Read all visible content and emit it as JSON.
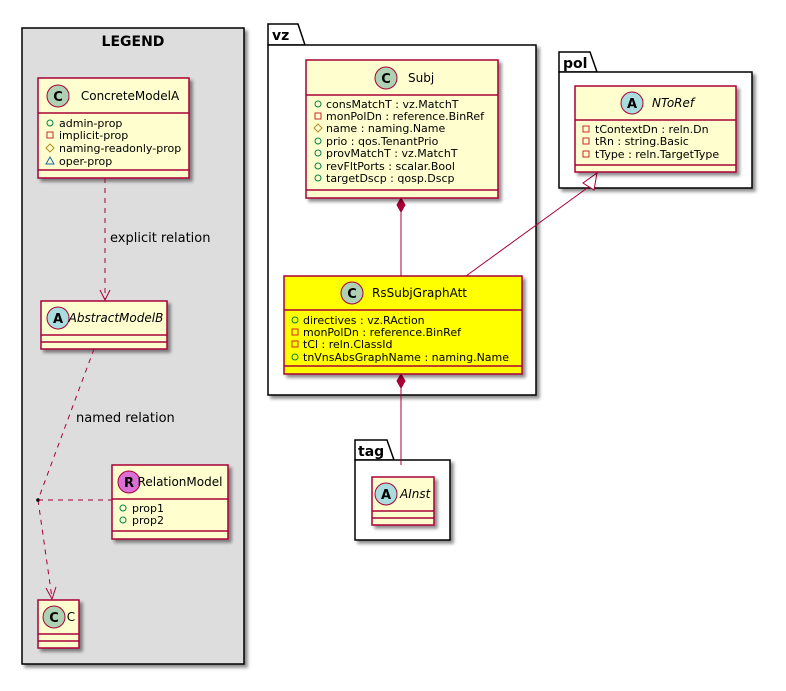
{
  "legend": {
    "title": "LEGEND",
    "concrete": {
      "name": "ConcreteModelA",
      "stereo": "C",
      "attrs": [
        {
          "vis": "public",
          "text": "admin-prop"
        },
        {
          "vis": "private",
          "text": "implicit-prop"
        },
        {
          "vis": "protected",
          "text": "naming-readonly-prop"
        },
        {
          "vis": "package",
          "text": "oper-prop"
        }
      ]
    },
    "abstract": {
      "name": "AbstractModelB",
      "stereo": "A"
    },
    "relation_model": {
      "name": "RelationModel",
      "stereo": "R",
      "attrs": [
        {
          "vis": "public",
          "text": "prop1"
        },
        {
          "vis": "public",
          "text": "prop2"
        }
      ]
    },
    "c": {
      "name": "C",
      "stereo": "C"
    },
    "explicit_label": "explicit relation",
    "named_label": "named relation"
  },
  "packages": {
    "vz": {
      "title": "vz"
    },
    "pol": {
      "title": "pol"
    },
    "tag": {
      "title": "tag"
    }
  },
  "classes": {
    "subj": {
      "name": "Subj",
      "stereo": "C",
      "attrs": [
        {
          "vis": "public",
          "text": "consMatchT : vz.MatchT"
        },
        {
          "vis": "private",
          "text": "monPolDn : reference.BinRef"
        },
        {
          "vis": "protected",
          "text": "name : naming.Name"
        },
        {
          "vis": "public",
          "text": "prio : qos.TenantPrio"
        },
        {
          "vis": "public",
          "text": "provMatchT : vz.MatchT"
        },
        {
          "vis": "public",
          "text": "revFltPorts : scalar.Bool"
        },
        {
          "vis": "public",
          "text": "targetDscp : qosp.Dscp"
        }
      ]
    },
    "rssubj": {
      "name": "RsSubjGraphAtt",
      "stereo": "C",
      "attrs": [
        {
          "vis": "public",
          "text": "directives : vz.RAction"
        },
        {
          "vis": "private",
          "text": "monPolDn : reference.BinRef"
        },
        {
          "vis": "private",
          "text": "tCl : reln.ClassId"
        },
        {
          "vis": "public",
          "text": "tnVnsAbsGraphName : naming.Name"
        }
      ]
    },
    "ntoref": {
      "name": "NToRef",
      "stereo": "A",
      "attrs": [
        {
          "vis": "private",
          "text": "tContextDn : reln.Dn"
        },
        {
          "vis": "private",
          "text": "tRn : string.Basic"
        },
        {
          "vis": "private",
          "text": "tType : reln.TargetType"
        }
      ]
    },
    "ainst": {
      "name": "AInst",
      "stereo": "A"
    }
  },
  "colors": {
    "class_fill": "#FEFECE",
    "class_border": "#A80036",
    "highlight_fill": "#FFFF00",
    "legend_bg": "#DDDDDD",
    "circle_c": "#ADD1B2",
    "circle_a": "#A9DCDF",
    "circle_r": "#DA70D6"
  }
}
